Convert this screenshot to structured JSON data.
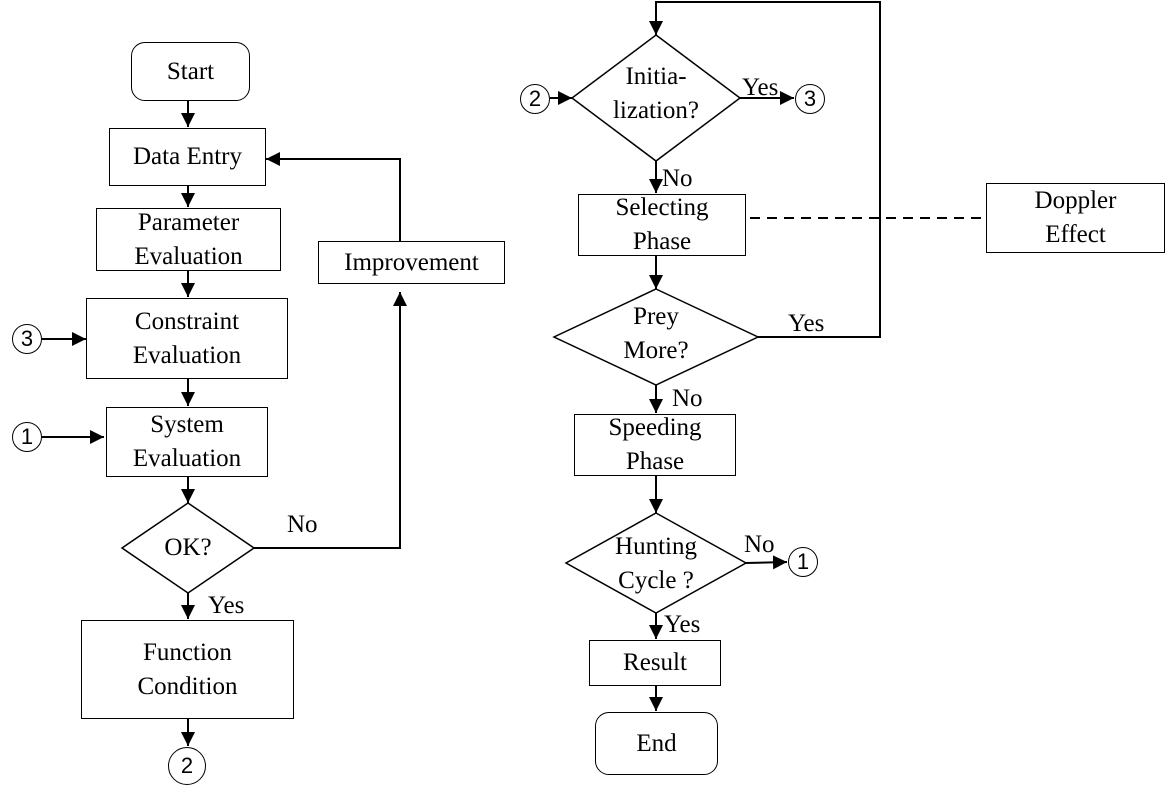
{
  "nodes": {
    "start": "Start",
    "data_entry": "Data Entry",
    "parameter_evaluation": "Parameter\nEvaluation",
    "improvement": "Improvement",
    "constraint_evaluation": "Constraint\nEvaluation",
    "system_evaluation": "System\nEvaluation",
    "ok": "OK?",
    "function_condition": "Function\nCondition",
    "initialization": "Initia-\nlization?",
    "selecting_phase": "Selecting\nPhase",
    "doppler_effect": "Doppler\nEffect",
    "prey_more": "Prey\nMore?",
    "speeding_phase": "Speeding\nPhase",
    "hunting_cycle": "Hunting\nCycle ?",
    "result": "Result",
    "end": "End"
  },
  "connectors": {
    "left_in_3": "3",
    "left_in_1": "1",
    "left_out_2": "2",
    "right_in_2": "2",
    "right_out_3": "3",
    "right_out_1": "1"
  },
  "labels": {
    "ok_no": "No",
    "ok_yes": "Yes",
    "init_yes": "Yes",
    "init_no": "No",
    "prey_yes": "Yes",
    "prey_no": "No",
    "hunting_no": "No",
    "hunting_yes": "Yes"
  }
}
